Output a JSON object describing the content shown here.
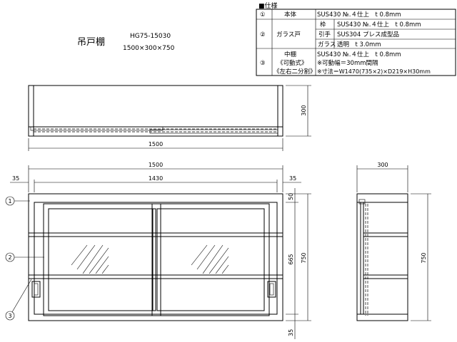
{
  "product": {
    "name": "吊戸棚",
    "model": "HG75-15030",
    "size": "1500×300×750"
  },
  "spec": {
    "heading": "■仕様",
    "rows": [
      {
        "num": "①",
        "part": "本体",
        "sub": "",
        "value": "SUS430 №.４仕上　t 0.8mm"
      },
      {
        "num": "②",
        "part": "ガラス戸",
        "sub": "枠",
        "value": "SUS430 №.４仕上　t 0.8mm"
      },
      {
        "num": "",
        "part": "",
        "sub": "引手",
        "value": "SUS304 プレス成型品"
      },
      {
        "num": "",
        "part": "",
        "sub": "ガラス",
        "value": "透明　t 3.0mm"
      },
      {
        "num": "③",
        "part": "中棚",
        "part2": "《可動式》",
        "part3": "《左右二分割》",
        "sub": "",
        "value": "SUS430 №.４仕上　t 0.8mm",
        "value2": "※可動幅＝30mm間隔",
        "value3": "※寸法＝W1470(735×2)×D219×H30mm"
      }
    ]
  },
  "dimensions": {
    "top_width": "1500",
    "top_depth": "300",
    "front_width": "1500",
    "inner_width": "1430",
    "side_left": "35",
    "side_right": "35",
    "top_rail": "50",
    "opening_height": "665",
    "total_height": "750",
    "bottom_rail": "35",
    "side_depth": "300",
    "side_height": "750"
  },
  "callouts": [
    "1",
    "2",
    "3"
  ]
}
